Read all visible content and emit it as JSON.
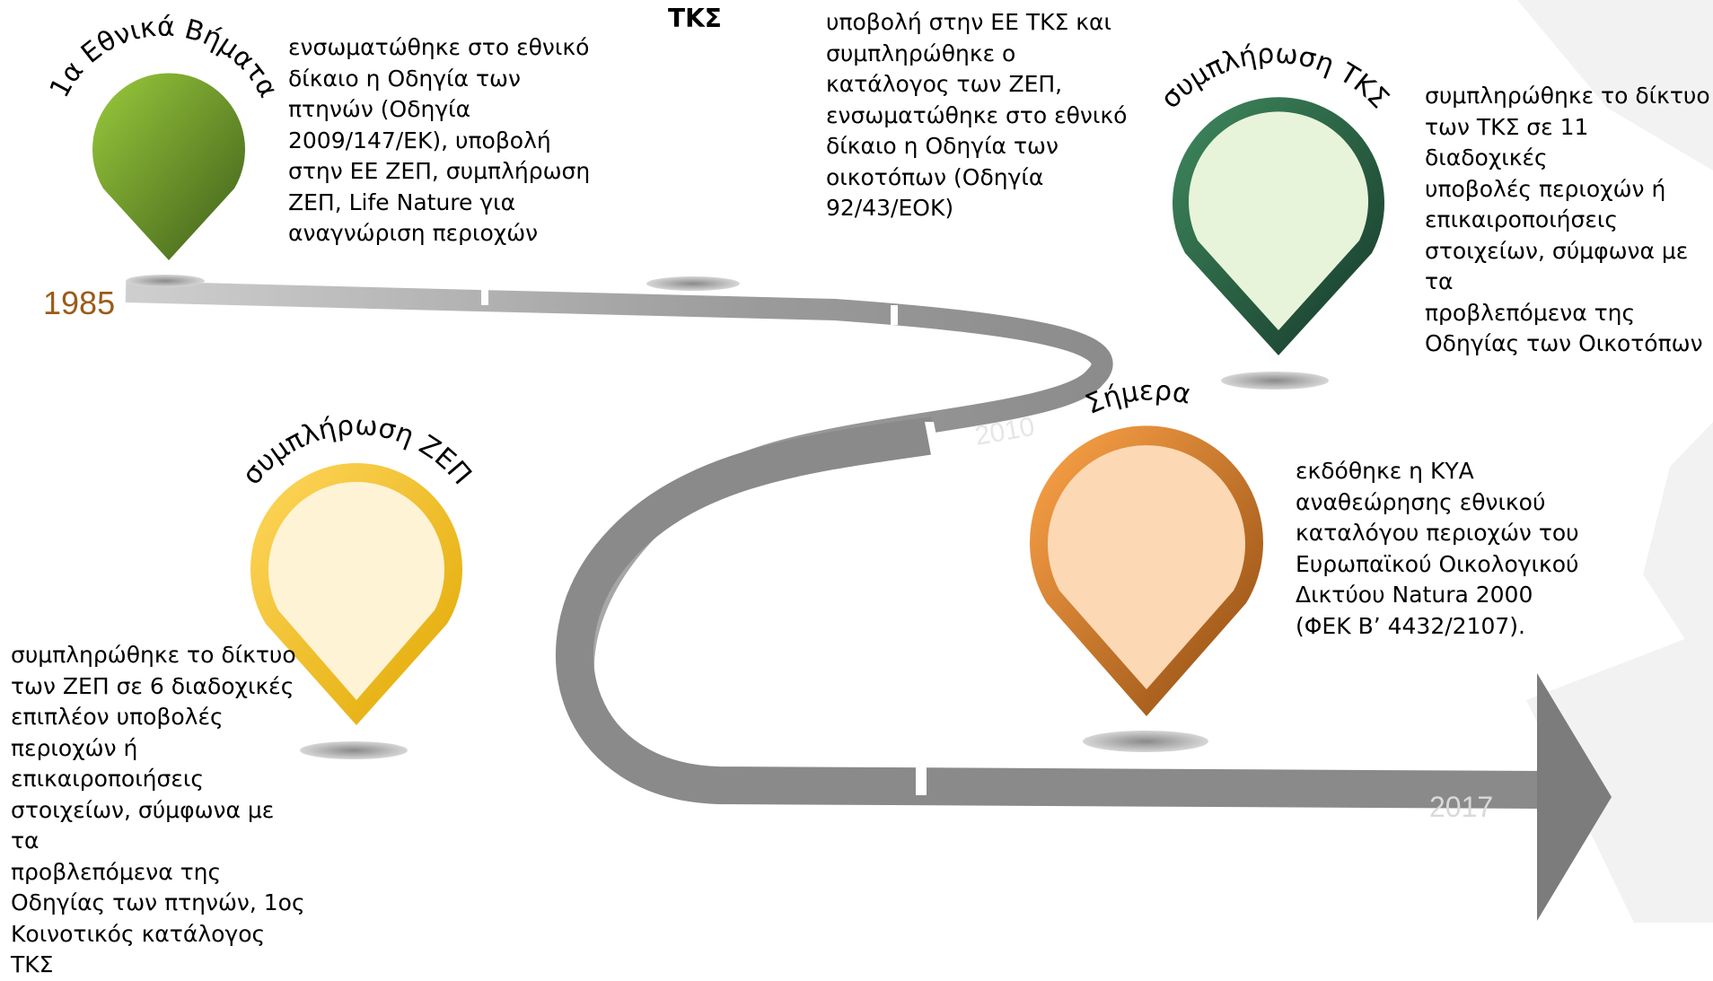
{
  "timeline": {
    "year_start": "1985",
    "year_mid": "2010",
    "year_end": "2017",
    "colors": {
      "path": "#8a8a8a",
      "year_start": "#9a5b17",
      "green_dark": "#4a6b1e",
      "green_light": "#9acb3c",
      "yellow": "#f0b81a",
      "yellow_fill": "#fff3d6",
      "teal_dark": "#1e4a36",
      "teal_fill": "#e8f4da",
      "orange": "#f09640",
      "orange_fill": "#fdd8b4"
    }
  },
  "milestones": {
    "first_steps": {
      "title": "1α Εθνικά Βήματα",
      "text": "ενσωματώθηκε στο εθνικό\nδίκαιο η Οδηγία των\nπτηνών (Οδηγία\n2009/147/ΕΚ), υποβολή\nστην ΕΕ ΖΕΠ, συμπλήρωση\nΖΕΠ, Life Nature για\nαναγνώριση περιοχών"
    },
    "tks_submission": {
      "title": "ΤΚΣ",
      "text": "υποβολή στην ΕΕ  ΤΚΣ και\nσυμπληρώθηκε ο\nκατάλογος των ΖΕΠ,\nενσωματώθηκε στο εθνικό\nδίκαιο η Οδηγία των\nοικοτόπων (Οδηγία\n92/43/ΕΟΚ)"
    },
    "tks_completion": {
      "title": "συμπλήρωση ΤΚΣ",
      "text": "συμπληρώθηκε το δίκτυο\nτων ΤΚΣ σε 11 διαδοχικές\nυποβολές περιοχών ή\nεπικαιροποιήσεις\nστοιχείων, σύμφωνα με τα\nπροβλεπόμενα της\nΟδηγίας των Οικοτόπων"
    },
    "zep_completion": {
      "title": "συμπλήρωση ΖΕΠ",
      "text": "συμπληρώθηκε το δίκτυο\nτων ΖΕΠ σε 6 διαδοχικές\nεπιπλέον υποβολές\nπεριοχών ή\nεπικαιροποιήσεις\nστοιχείων, σύμφωνα με τα\nπροβλεπόμενα της\nΟδηγίας των πτηνών,  1ος\nΚοινοτικός κατάλογος ΤΚΣ"
    },
    "today": {
      "title": "Σήμερα",
      "text": "εκδόθηκε η ΚΥΑ\nαναθεώρησης εθνικού\nκαταλόγου περιοχών του\nΕυρωπαϊκού Οικολογικού\nΔικτύου Natura 2000\n(ΦΕΚ Β’ 4432/2107)."
    }
  }
}
